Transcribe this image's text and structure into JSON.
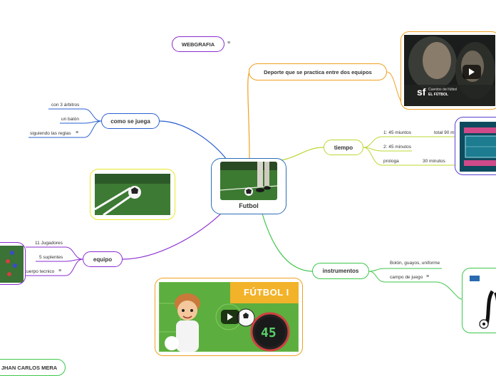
{
  "central": {
    "label": "Futbol"
  },
  "webgrafia": {
    "label": "WEBGRAFIA",
    "menu": "≡"
  },
  "deporte": {
    "label": "Deporte que se practica entre dos equipos"
  },
  "como_se_juega": {
    "label": "como se juega",
    "items": [
      "con 3 árbitros",
      "un balón",
      "siguiendo las reglas"
    ],
    "menu": "≡"
  },
  "tiempo": {
    "label": "tiempo",
    "items": [
      "1: 45 miuntos",
      "2: 45 minutos",
      "prologa"
    ],
    "sub": {
      "total": "total  90 m",
      "prologa_value": "30 minutos"
    }
  },
  "equipo": {
    "label": "equipo",
    "items": [
      "11 Jugadores",
      "5 suplentes",
      "cuerpo tecnico"
    ],
    "menu": "≡"
  },
  "instrumentos": {
    "label": "instrumentos",
    "items": [
      "Bolón, guayos, uniforme",
      "campo de juego"
    ],
    "menu": "≡"
  },
  "video_futbol": {
    "title": "FÚTBOL I",
    "timer": "45"
  },
  "video_top": {
    "logo": "sf",
    "caption_line1": "Cuentos del fútbol",
    "caption_line2": "EL FÚTBOL"
  },
  "author": {
    "label": "JHAN CARLOS MERA"
  },
  "colors": {
    "central": "#2a6fb5",
    "deporte": "#f0a020",
    "tiempo": "#b8d832",
    "instrumentos": "#3ec64a",
    "como_se_juega": "#2a5fd0",
    "equipo": "#8a2bd0",
    "webgrafia": "#8a2bd0",
    "image_ball": "#e8e830",
    "author": "#3ec64a"
  }
}
